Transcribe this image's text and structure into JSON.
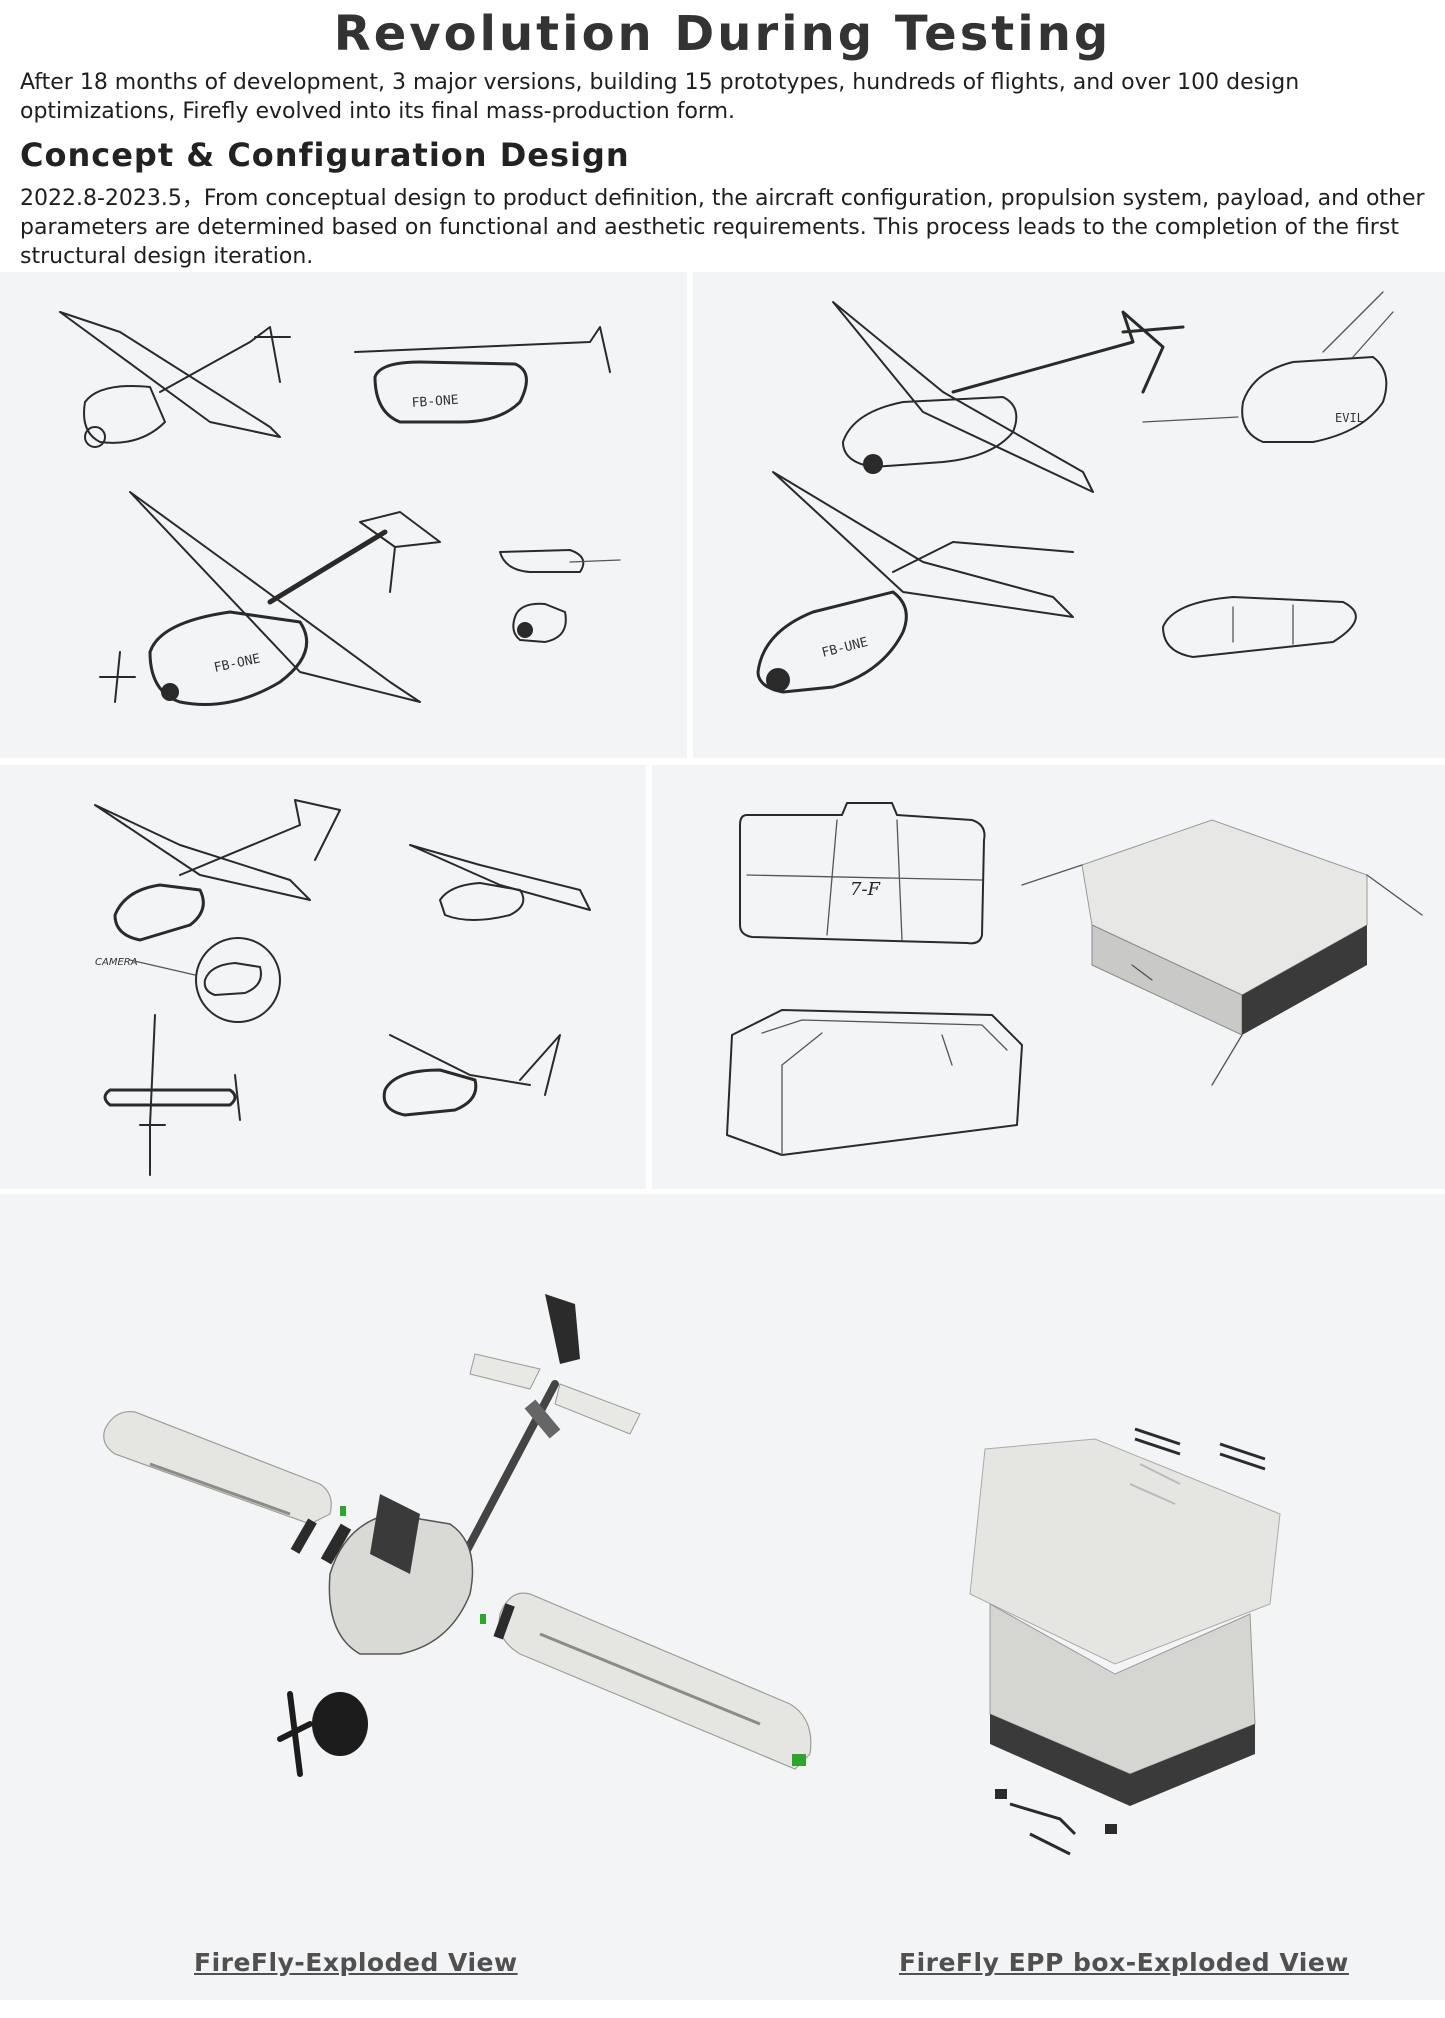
{
  "page": {
    "title": "Revolution During Testing",
    "intro": "After 18 months of development, 3 major versions, building 15 prototypes, hundreds of flights, and over 100 design optimizations, Firefly evolved into its final mass-production form.",
    "section_heading": "Concept & Configuration Design",
    "section_text": "2022.8-2023.5，From conceptual design to product definition, the aircraft configuration, propulsion system, payload, and other parameters are determined based on functional and aesthetic requirements. This process leads to the completion of the first structural design iteration."
  },
  "sketches": {
    "fuselage_label_1": "FB-ONE",
    "fuselage_label_2": "FB-ONE",
    "fuselage_label_3": "FB-UNE",
    "pod_label": "EVIL",
    "camera_label": "CAMERA",
    "box_logo": "7-F"
  },
  "captions": {
    "drone_exploded": "FireFly-Exploded View",
    "box_exploded": "FireFly EPP box-Exploded View"
  }
}
